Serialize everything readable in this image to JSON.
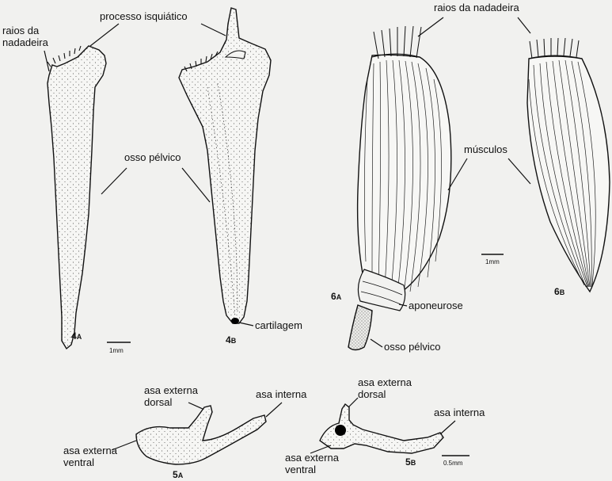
{
  "labels": {
    "raios_da_nadadeira_left": "raios da nadadeira",
    "processo_isquiatico": "processo isquiático",
    "osso_pelvico_4": "osso pélvico",
    "cartilagem": "cartilagem",
    "raios_da_nadadeira_right": "raios da nadadeira",
    "musculos": "músculos",
    "aponeurose": "aponeurose",
    "osso_pelvico_6": "osso pélvico",
    "asa_externa_dorsal_5a": "asa externa dorsal",
    "asa_interna_5a": "asa interna",
    "asa_externa_ventral_5a": "asa externa ventral",
    "asa_externa_dorsal_5b": "asa externa dorsal",
    "asa_interna_5b": "asa interna",
    "asa_externa_ventral_5b": "asa externa ventral"
  },
  "figure_ids": {
    "fig4a": "4A",
    "fig4b": "4B",
    "fig5a": "5A",
    "fig5b": "5B",
    "fig6a": "6A",
    "fig6b": "6B"
  },
  "scale_bars": {
    "fig4": "1mm",
    "fig6": "1mm",
    "fig5b": "0.5mm"
  },
  "colors": {
    "background": "#f1f1ef",
    "ink": "#111111",
    "black_spot": "#000000"
  }
}
